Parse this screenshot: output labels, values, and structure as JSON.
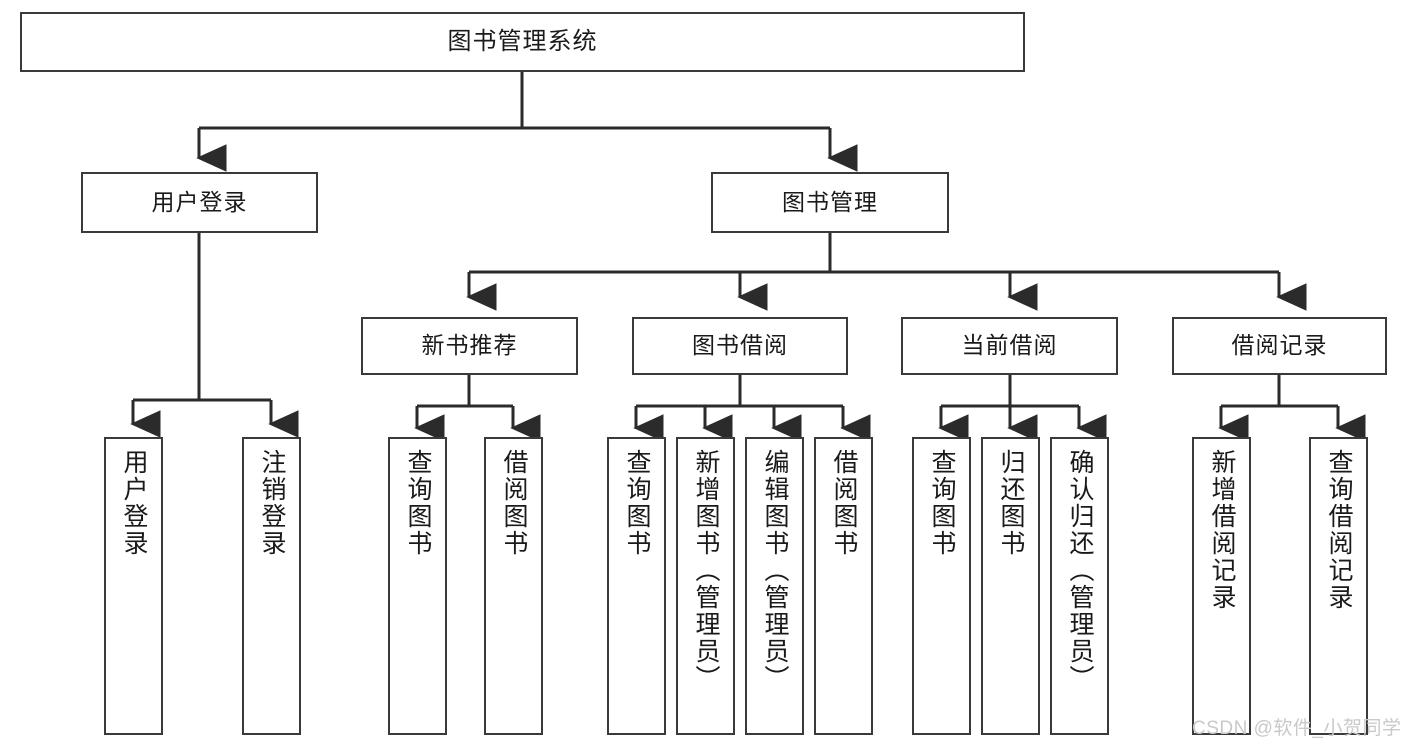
{
  "diagram": {
    "title": "图书管理系统",
    "type": "hierarchy-tree",
    "levels": [
      {
        "level": 0,
        "nodes": [
          {
            "id": "root",
            "label": "图书管理系统",
            "orientation": "horizontal"
          }
        ]
      },
      {
        "level": 1,
        "nodes": [
          {
            "id": "user-login",
            "label": "用户登录",
            "orientation": "horizontal",
            "parent": "root"
          },
          {
            "id": "book-manage",
            "label": "图书管理",
            "orientation": "horizontal",
            "parent": "root"
          }
        ]
      },
      {
        "level": 2,
        "nodes": [
          {
            "id": "new-book-rec",
            "label": "新书推荐",
            "orientation": "horizontal",
            "parent": "book-manage"
          },
          {
            "id": "book-borrow",
            "label": "图书借阅",
            "orientation": "horizontal",
            "parent": "book-manage"
          },
          {
            "id": "current-borrow",
            "label": "当前借阅",
            "orientation": "horizontal",
            "parent": "book-manage"
          },
          {
            "id": "borrow-record",
            "label": "借阅记录",
            "orientation": "horizontal",
            "parent": "book-manage"
          }
        ]
      },
      {
        "level": 3,
        "nodes": [
          {
            "id": "leaf-user-login",
            "label": "用户登录",
            "orientation": "vertical",
            "parent": "user-login"
          },
          {
            "id": "leaf-user-logout",
            "label": "注销登录",
            "orientation": "vertical",
            "parent": "user-login"
          },
          {
            "id": "leaf-query-book-1",
            "label": "查询图书",
            "orientation": "vertical",
            "parent": "new-book-rec"
          },
          {
            "id": "leaf-borrow-book-1",
            "label": "借阅图书",
            "orientation": "vertical",
            "parent": "new-book-rec"
          },
          {
            "id": "leaf-query-book-2",
            "label": "查询图书",
            "orientation": "vertical",
            "parent": "book-borrow"
          },
          {
            "id": "leaf-add-book",
            "label": "新增图书（管理员）",
            "orientation": "vertical",
            "parent": "book-borrow"
          },
          {
            "id": "leaf-edit-book",
            "label": "编辑图书（管理员）",
            "orientation": "vertical",
            "parent": "book-borrow"
          },
          {
            "id": "leaf-borrow-book-2",
            "label": "借阅图书",
            "orientation": "vertical",
            "parent": "book-borrow"
          },
          {
            "id": "leaf-query-book-3",
            "label": "查询图书",
            "orientation": "vertical",
            "parent": "current-borrow"
          },
          {
            "id": "leaf-return-book",
            "label": "归还图书",
            "orientation": "vertical",
            "parent": "current-borrow"
          },
          {
            "id": "leaf-confirm-return",
            "label": "确认归还（管理员）",
            "orientation": "vertical",
            "parent": "current-borrow"
          },
          {
            "id": "leaf-add-record",
            "label": "新增借阅记录",
            "orientation": "vertical",
            "parent": "borrow-record"
          },
          {
            "id": "leaf-query-record",
            "label": "查询借阅记录",
            "orientation": "vertical",
            "parent": "borrow-record"
          }
        ]
      }
    ],
    "colors": {
      "box_border": "#3a3a3a",
      "box_fill": "#ffffff",
      "edge": "#2b2b2b",
      "text": "#1a1a1a",
      "background": "#ffffff",
      "watermark": "#c9c9c9"
    }
  },
  "watermark": {
    "text": "CSDN @软件_小贺同学"
  }
}
